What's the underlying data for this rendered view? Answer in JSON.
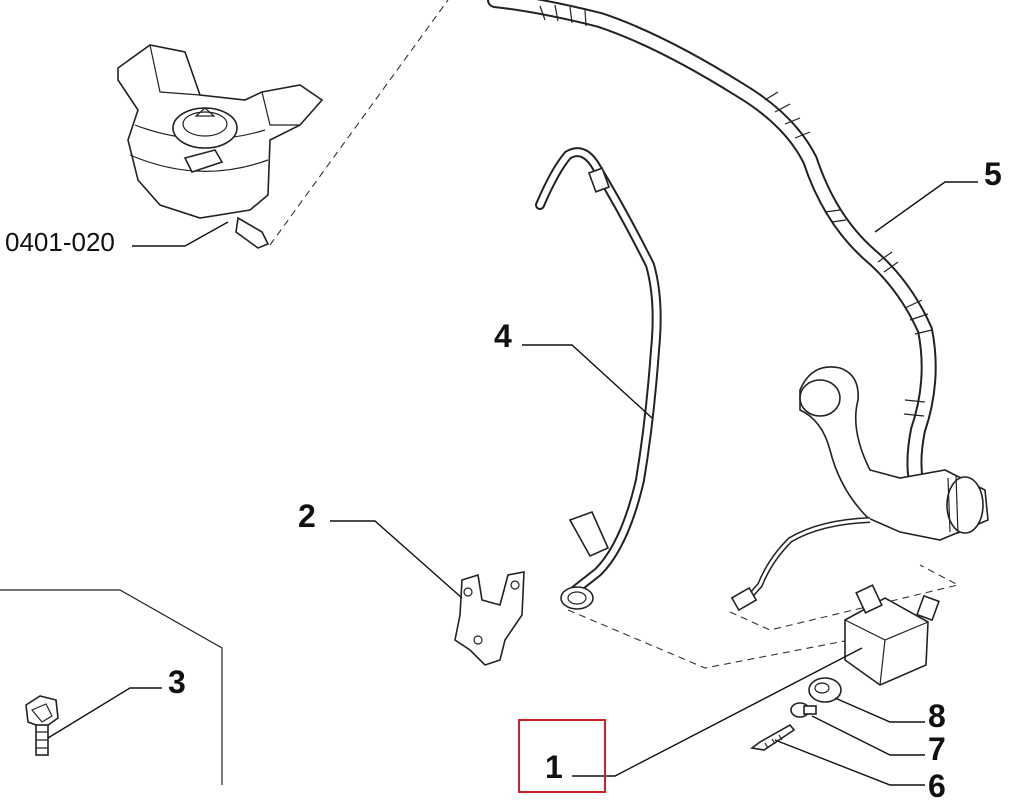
{
  "diagram": {
    "reference_label": "0401-020",
    "callouts": [
      {
        "id": "1",
        "text": "1"
      },
      {
        "id": "2",
        "text": "2"
      },
      {
        "id": "3",
        "text": "3"
      },
      {
        "id": "4",
        "text": "4"
      },
      {
        "id": "5",
        "text": "5"
      },
      {
        "id": "6",
        "text": "6"
      },
      {
        "id": "7",
        "text": "7"
      },
      {
        "id": "8",
        "text": "8"
      }
    ],
    "highlighted_callout": "1",
    "highlight_color": "#d21e26"
  }
}
